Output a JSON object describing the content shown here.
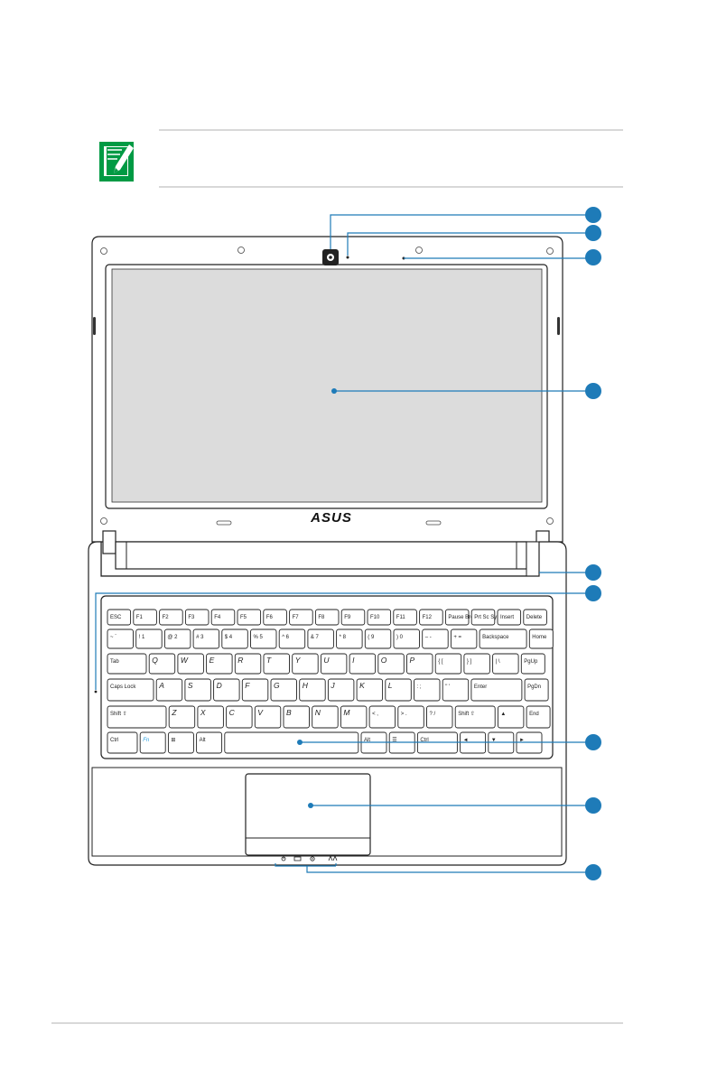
{
  "note": {
    "icon": "note-pencil-icon",
    "text": "",
    "accent": "#009a44"
  },
  "laptop": {
    "logo": "ASUS",
    "power_symbol": "⏻"
  },
  "callouts": [
    {
      "number": "",
      "target": "camera"
    },
    {
      "number": "",
      "target": "camera-indicator"
    },
    {
      "number": "",
      "target": "microphone"
    },
    {
      "number": "",
      "target": "display-panel"
    },
    {
      "number": "",
      "target": "power-switch"
    },
    {
      "number": "",
      "target": "speaker-grill"
    },
    {
      "number": "",
      "target": "keyboard"
    },
    {
      "number": "",
      "target": "touchpad"
    },
    {
      "number": "",
      "target": "status-indicators"
    }
  ],
  "keyboard": {
    "row_f": [
      "ESC",
      "F1",
      "F2",
      "F3",
      "F4",
      "F5",
      "F6",
      "F7",
      "F8",
      "F9",
      "F10",
      "F11",
      "F12",
      "Pause Break",
      "Prt Sc SysRq",
      "Insert",
      "Delete"
    ],
    "row_num": [
      "~ `",
      "! 1",
      "@ 2",
      "# 3",
      "$ 4",
      "% 5",
      "^ 6",
      "& 7",
      "* 8",
      "( 9",
      ") 0",
      "– -",
      "+ =",
      "Backspace",
      "Home"
    ],
    "row_q": [
      "Tab",
      "Q",
      "W",
      "E",
      "R",
      "T",
      "Y",
      "U",
      "I",
      "O",
      "P",
      "{ [",
      "} ]",
      "| \\",
      "PgUp"
    ],
    "row_a": [
      "Caps Lock",
      "A",
      "S",
      "D",
      "F",
      "G",
      "H",
      "J",
      "K",
      "L",
      ": ;",
      "\" '",
      "Enter",
      "PgDn"
    ],
    "row_z": [
      "Shift ⇧",
      "Z",
      "X",
      "C",
      "V",
      "B",
      "N",
      "M",
      "< ,",
      "> .",
      "? /",
      "Shift ⇧",
      "▲",
      "End"
    ],
    "row_b": [
      "Ctrl",
      "Fn",
      "⊞",
      "Alt",
      "",
      "Alt",
      "☰",
      "Ctrl",
      "◄",
      "▼",
      "►"
    ]
  },
  "footer": {
    "page_number": ""
  }
}
